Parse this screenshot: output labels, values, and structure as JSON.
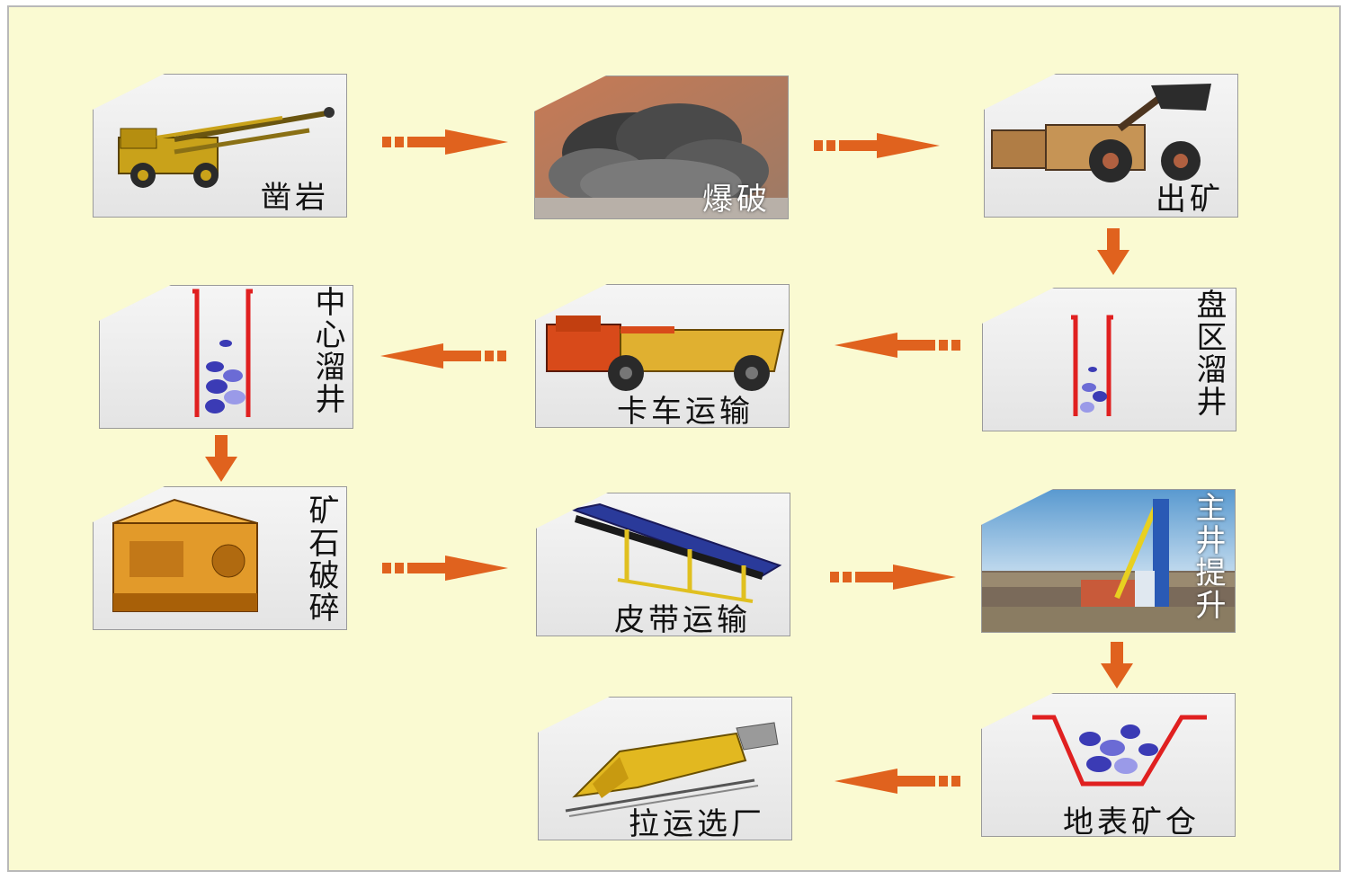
{
  "colors": {
    "background": "#fafad2",
    "arrow": "#e0621e",
    "card": "#ededed",
    "shaft_red": "#e02020",
    "ore_blue": "#3b3bb5"
  },
  "steps": [
    {
      "id": "drilling",
      "label": "凿岩",
      "icon": "drill-jumbo-icon"
    },
    {
      "id": "blasting",
      "label": "爆破",
      "icon": "explosion-icon"
    },
    {
      "id": "mucking",
      "label": "出矿",
      "icon": "loader-icon"
    },
    {
      "id": "panel_orepass",
      "label": "盘区溜井",
      "icon": "ore-pass-icon"
    },
    {
      "id": "truck_haulage",
      "label": "卡车运输",
      "icon": "mining-truck-icon"
    },
    {
      "id": "central_orepass",
      "label": "中心溜井",
      "icon": "ore-pass-icon"
    },
    {
      "id": "crushing",
      "label": "矿石破碎",
      "icon": "crusher-icon"
    },
    {
      "id": "belt_conveying",
      "label": "皮带运输",
      "icon": "belt-conveyor-icon"
    },
    {
      "id": "main_shaft",
      "label": "主井提升",
      "icon": "headframe-icon"
    },
    {
      "id": "surface_bin",
      "label": "地表矿仓",
      "icon": "ore-bin-icon"
    },
    {
      "id": "to_plant",
      "label": "拉运选厂",
      "icon": "ore-train-icon"
    }
  ]
}
